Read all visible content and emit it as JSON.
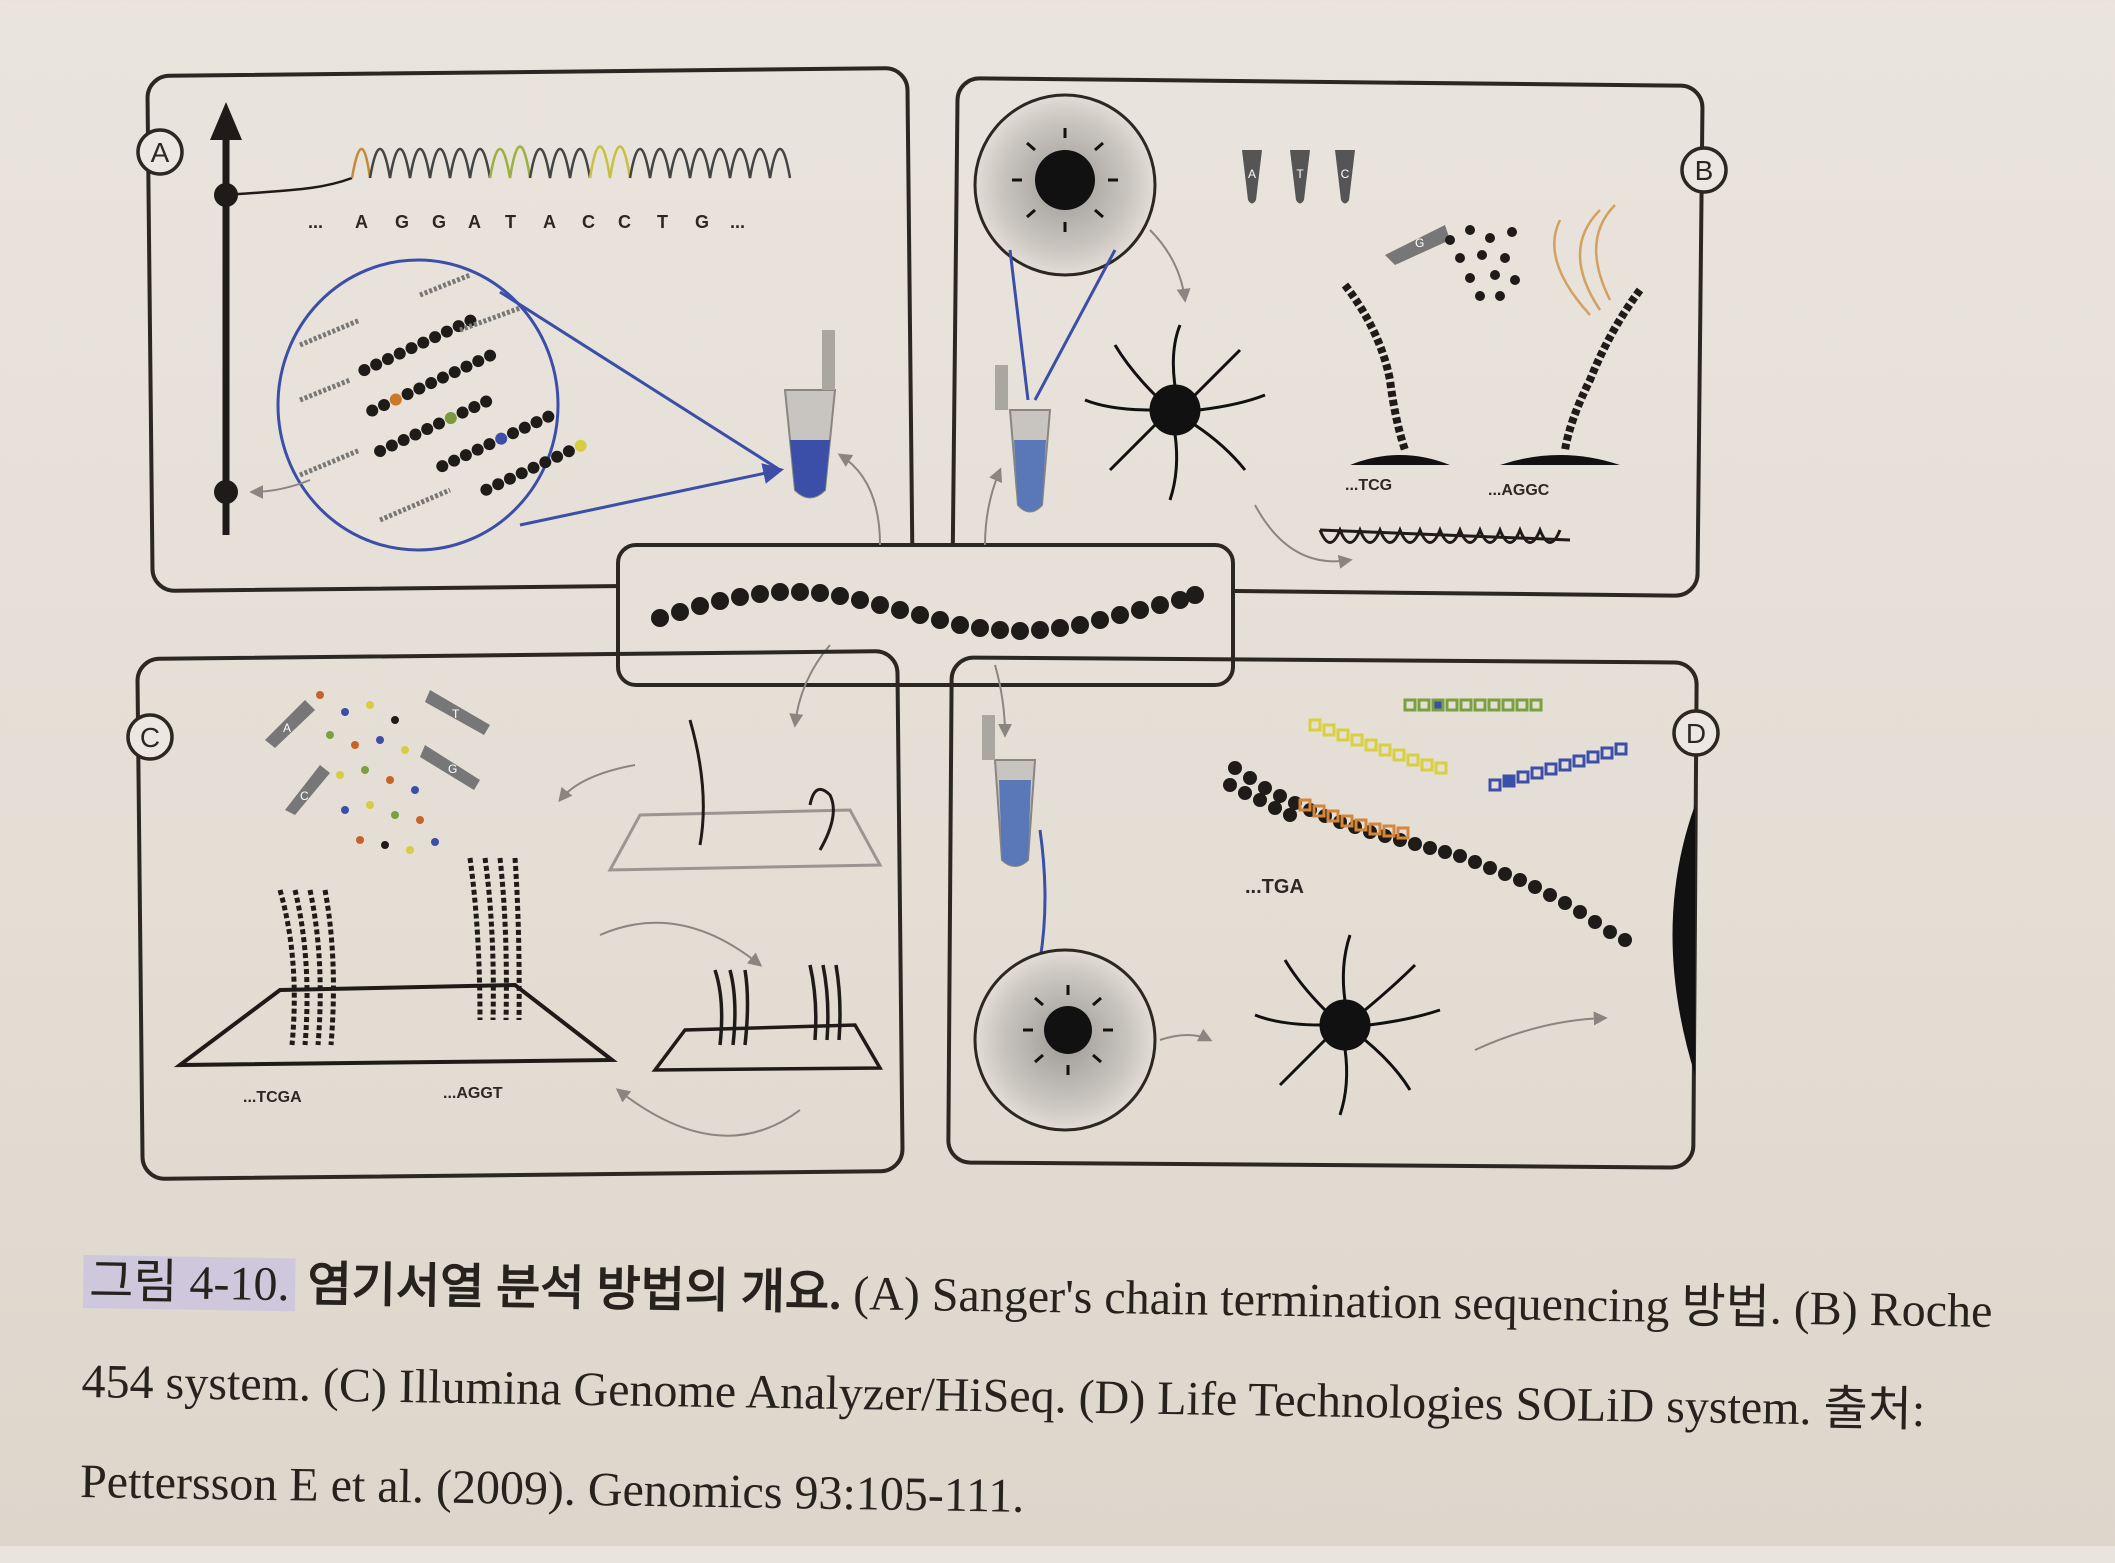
{
  "figure": {
    "panels": [
      {
        "id": "A"
      },
      {
        "id": "B"
      },
      {
        "id": "C"
      },
      {
        "id": "D"
      }
    ],
    "sanger_bases": [
      "A",
      "G",
      "G",
      "A",
      "T",
      "A",
      "C",
      "C",
      "T",
      "G"
    ],
    "sanger_sequence_prefix": "...",
    "sanger_sequence_suffix": "...",
    "panel_b_reads": [
      "...TCG",
      "...AGGC"
    ],
    "panel_b_tube_letters": [
      "A",
      "T",
      "C"
    ],
    "panel_b_pipette_letter": "G",
    "panel_c_reads": [
      "...TCGA",
      "...AGGT"
    ],
    "panel_c_pipette_letters": [
      "A",
      "T",
      "C",
      "G"
    ],
    "panel_d_read": "...TGA"
  },
  "caption": {
    "label": "그림 4-10.",
    "title": "염기서열 분석 방법의 개요.",
    "text": "(A) Sanger's chain termination sequencing 방법. (B) Roche 454 system. (C) Illumina Genome Analyzer/HiSeq. (D) Life Technologies SOLiD system.",
    "source_label": "출처:",
    "source": "Pettersson E et al. (2009). Genomics 93:105-111."
  },
  "colors": {
    "paper": "#e6e0d8",
    "ink": "#2a2622",
    "highlight": "#cfc8dd",
    "blue": "#3b4ea8",
    "orange": "#d4873a",
    "yellow": "#d8d040",
    "green": "#7aa040"
  }
}
